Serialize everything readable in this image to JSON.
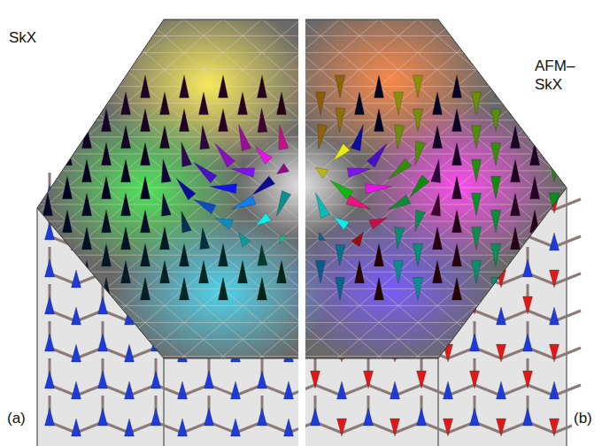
{
  "diagram": {
    "labels": [
      "SkX",
      "AFM– SkX",
      "(a)",
      "(b)"
    ]
  }
}
